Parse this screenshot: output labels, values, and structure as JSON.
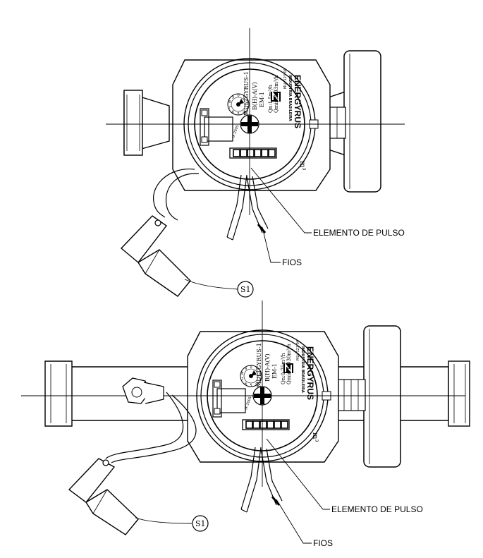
{
  "colors": {
    "line": "#000000",
    "background": "#ffffff"
  },
  "top_drawing": {
    "brand": "ENERGYRUS",
    "brand_sub": "INDUSTRIA BRASILEIRA",
    "model": "MULTGYRUS-1",
    "class": "B(H)-A(V)",
    "em": "EM-1",
    "qn": "Qn:1,5m³/h",
    "qmin": "Qmin:0,03m³/h",
    "inmetro": "MLL 123 04",
    "unit": "m³",
    "dial_code": "IX 2005",
    "dial_numbers": [
      "0",
      "1",
      "2",
      "3",
      "4",
      "5",
      "6",
      "7",
      "8",
      "9"
    ],
    "callout_pulse": "ELEMENTO DE PULSO",
    "callout_wires": "FIOS",
    "seal": "S1"
  },
  "bottom_drawing": {
    "brand": "ENERGYRUS",
    "brand_sub": "INDUSTRIA BRASILEIRA",
    "model": "MULTGYRUS-1",
    "class": "B(H)-A(V)",
    "em": "EM-1",
    "qn": "Qn:0,75m³/h",
    "qmin": "Qmin:0,030m³/h",
    "inmetro": "MLL 123 04",
    "unit": "m³",
    "dial_code": "IX 2005",
    "dial_numbers": [
      "0",
      "1",
      "2",
      "3",
      "4",
      "5",
      "6",
      "7",
      "8",
      "9"
    ],
    "callout_pulse": "ELEMENTO DE PULSO",
    "callout_wires": "FIOS",
    "seal": "S1"
  }
}
